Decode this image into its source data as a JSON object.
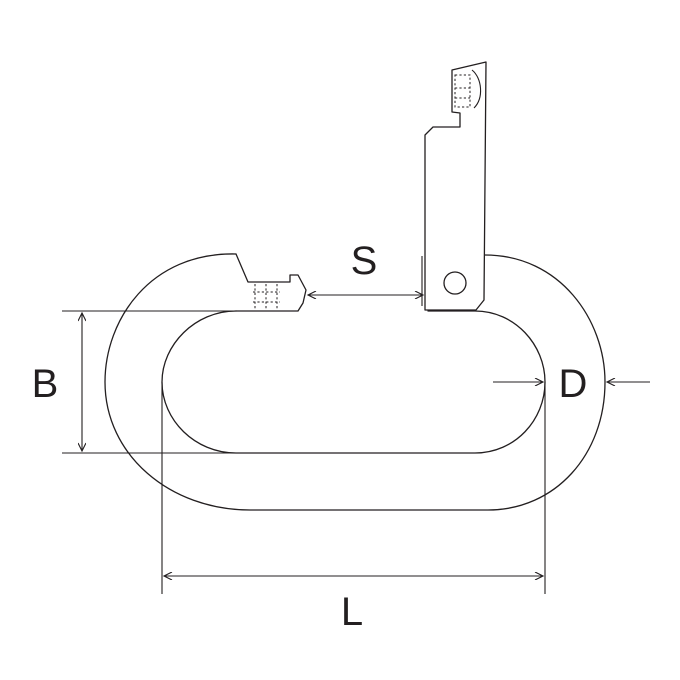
{
  "labels": {
    "s": "S",
    "b": "B",
    "d": "D",
    "l": "L"
  },
  "colors": {
    "line": "#231f20",
    "background": "#ffffff"
  }
}
